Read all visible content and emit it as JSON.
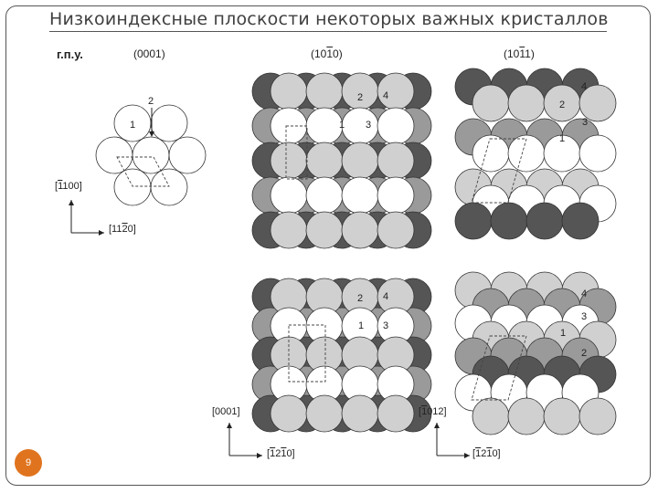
{
  "slide": {
    "title": "Низкоиндексные плоскости некоторых важных кристаллов",
    "page_number": "9"
  },
  "figure": {
    "structure_label": "г.п.у.",
    "planes": [
      "(0001)",
      "(10{1}0)",
      "(10{1}1)"
    ],
    "directions": {
      "hcp_vertical": "[{1}100]",
      "hcp_horizontal": "[11{2}0]",
      "mid_vertical": "[0001]",
      "mid_horizontal": "[{1}2{1}0]",
      "right_vertical": "[{1}012]",
      "right_horizontal": "[{1}2{1}0]"
    },
    "layer_markers": [
      "1",
      "2",
      "3",
      "4"
    ]
  },
  "colors": {
    "accent": "#e0741e",
    "dark_atom": "#555555",
    "mid_atom": "#9a9a9a",
    "light_atom": "#d0d0d0",
    "white_atom": "#ffffff"
  }
}
